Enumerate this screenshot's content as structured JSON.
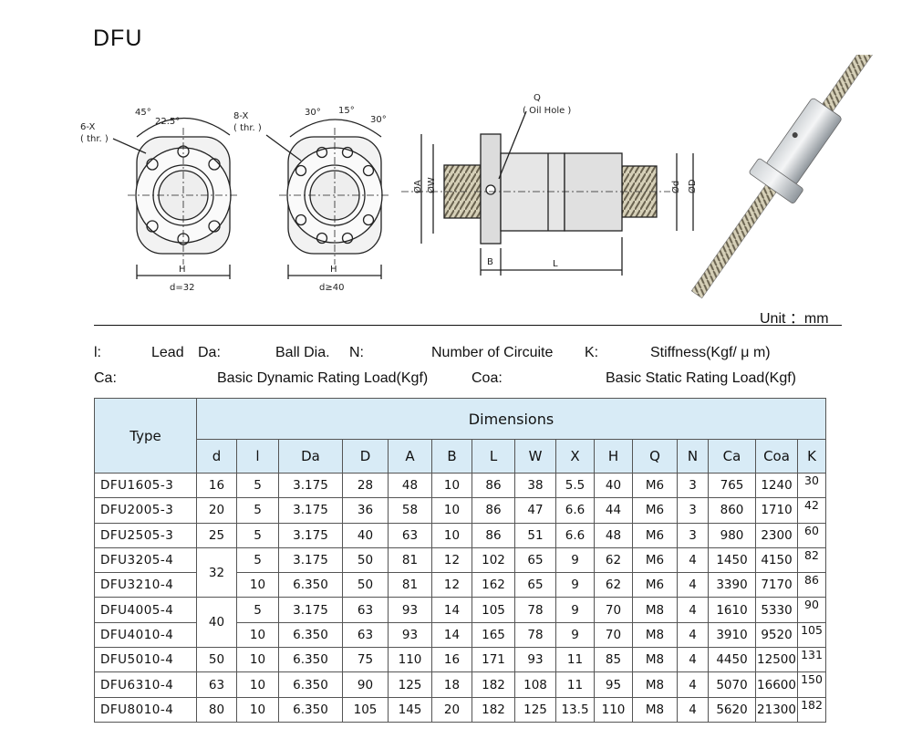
{
  "title": "DFU",
  "drawing_labels": {
    "left_flange": {
      "holes": "6-X",
      "thr": "( thr. )",
      "angle1": "45°",
      "angle2": "22.5°",
      "h": "H",
      "d": "d=32"
    },
    "right_flange": {
      "holes": "8-X",
      "thr": "( thr. )",
      "angle1": "30°",
      "angle2": "15°",
      "angle3": "30°",
      "h": "H",
      "d": "d≥40"
    },
    "side_view": {
      "oil": "Q",
      "oil_desc": "( Oil Hole )",
      "a": "ØA",
      "w": "ØW",
      "da": "Ød",
      "dd": "ØD",
      "b": "B",
      "l": "L"
    }
  },
  "unit": "Unit ：mm",
  "legend": {
    "l_key": "l:",
    "lead": "Lead",
    "da_key": "Da:",
    "ball_dia": "Ball Dia.",
    "n_key": "N:",
    "circuits": "Number of Circuite",
    "k_key": "K:",
    "stiffness": "Stiffness(Kgf/ μ m)",
    "ca_key": "Ca:",
    "dyn_load": "Basic Dynamic Rating Load(Kgf)",
    "coa_key": "Coa:",
    "static_load": "Basic Static Rating Load(Kgf)"
  },
  "table": {
    "type_header": "Type",
    "group_header": "Dimensions",
    "columns": [
      "d",
      "l",
      "Da",
      "D",
      "A",
      "B",
      "L",
      "W",
      "X",
      "H",
      "Q",
      "N",
      "Ca",
      "Coa",
      "K"
    ],
    "rows": [
      {
        "type": "DFU1605-3",
        "d": "16",
        "l": "5",
        "Da": "3.175",
        "D": "28",
        "A": "48",
        "B": "10",
        "L": "86",
        "W": "38",
        "X": "5.5",
        "H": "40",
        "Q": "M6",
        "N": "3",
        "Ca": "765",
        "Coa": "1240",
        "K": "30"
      },
      {
        "type": "DFU2005-3",
        "d": "20",
        "l": "5",
        "Da": "3.175",
        "D": "36",
        "A": "58",
        "B": "10",
        "L": "86",
        "W": "47",
        "X": "6.6",
        "H": "44",
        "Q": "M6",
        "N": "3",
        "Ca": "860",
        "Coa": "1710",
        "K": "42"
      },
      {
        "type": "DFU2505-3",
        "d": "25",
        "l": "5",
        "Da": "3.175",
        "D": "40",
        "A": "63",
        "B": "10",
        "L": "86",
        "W": "51",
        "X": "6.6",
        "H": "48",
        "Q": "M6",
        "N": "3",
        "Ca": "980",
        "Coa": "2300",
        "K": "60"
      },
      {
        "type": "DFU3205-4",
        "d": "32",
        "l": "5",
        "Da": "3.175",
        "D": "50",
        "A": "81",
        "B": "12",
        "L": "102",
        "W": "65",
        "X": "9",
        "H": "62",
        "Q": "M6",
        "N": "4",
        "Ca": "1450",
        "Coa": "4150",
        "K": "82"
      },
      {
        "type": "DFU3210-4",
        "d": "",
        "l": "10",
        "Da": "6.350",
        "D": "50",
        "A": "81",
        "B": "12",
        "L": "162",
        "W": "65",
        "X": "9",
        "H": "62",
        "Q": "M6",
        "N": "4",
        "Ca": "3390",
        "Coa": "7170",
        "K": "86"
      },
      {
        "type": "DFU4005-4",
        "d": "40",
        "l": "5",
        "Da": "3.175",
        "D": "63",
        "A": "93",
        "B": "14",
        "L": "105",
        "W": "78",
        "X": "9",
        "H": "70",
        "Q": "M8",
        "N": "4",
        "Ca": "1610",
        "Coa": "5330",
        "K": "90"
      },
      {
        "type": "DFU4010-4",
        "d": "",
        "l": "10",
        "Da": "6.350",
        "D": "63",
        "A": "93",
        "B": "14",
        "L": "165",
        "W": "78",
        "X": "9",
        "H": "70",
        "Q": "M8",
        "N": "4",
        "Ca": "3910",
        "Coa": "9520",
        "K": "105"
      },
      {
        "type": "DFU5010-4",
        "d": "50",
        "l": "10",
        "Da": "6.350",
        "D": "75",
        "A": "110",
        "B": "16",
        "L": "171",
        "W": "93",
        "X": "11",
        "H": "85",
        "Q": "M8",
        "N": "4",
        "Ca": "4450",
        "Coa": "12500",
        "K": "131"
      },
      {
        "type": "DFU6310-4",
        "d": "63",
        "l": "10",
        "Da": "6.350",
        "D": "90",
        "A": "125",
        "B": "18",
        "L": "182",
        "W": "108",
        "X": "11",
        "H": "95",
        "Q": "M8",
        "N": "4",
        "Ca": "5070",
        "Coa": "16600",
        "K": "150"
      },
      {
        "type": "DFU8010-4",
        "d": "80",
        "l": "10",
        "Da": "6.350",
        "D": "105",
        "A": "145",
        "B": "20",
        "L": "182",
        "W": "125",
        "X": "13.5",
        "H": "110",
        "Q": "M8",
        "N": "4",
        "Ca": "5620",
        "Coa": "21300",
        "K": "182"
      }
    ]
  }
}
